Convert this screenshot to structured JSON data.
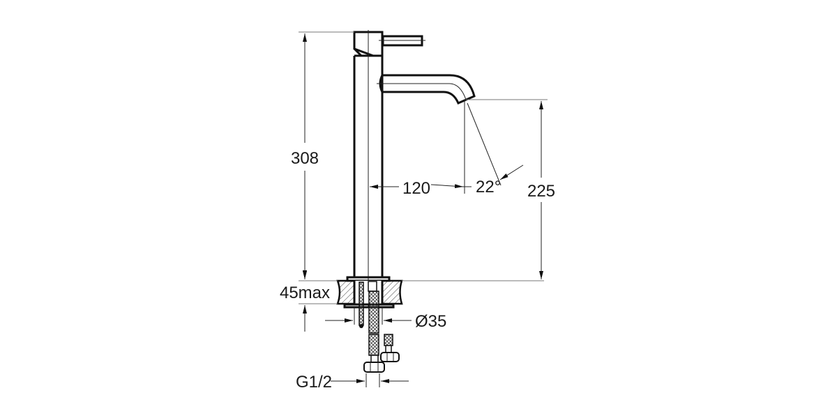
{
  "drawing": {
    "subject": "tall basin mixer faucet",
    "units": "mm",
    "dimensions": {
      "total_height": "308",
      "spout_height": "225",
      "spout_reach": "120",
      "spout_angle": "22°",
      "deck_thickness": "45max",
      "mounting_diameter": "Ø35",
      "connection_thread": "G1/2"
    }
  }
}
